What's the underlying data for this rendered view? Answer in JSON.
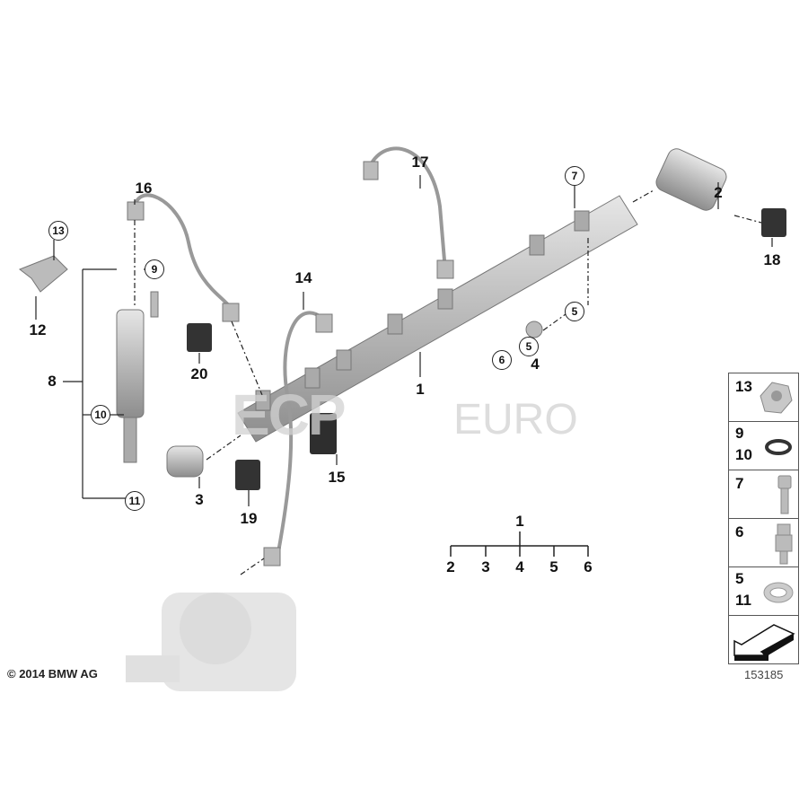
{
  "diagram": {
    "watermark": {
      "brand": "ECP",
      "suffix": "EURO"
    },
    "labels": {
      "l1": "1",
      "l2": "2",
      "l3": "3",
      "l4": "4",
      "l8": "8",
      "l12": "12",
      "l14": "14",
      "l15": "15",
      "l16": "16",
      "l17": "17",
      "l18": "18",
      "l19": "19",
      "l20": "20"
    },
    "circled": {
      "c13": "13",
      "c9": "9",
      "c7": "7",
      "c5a": "5",
      "c5b": "5",
      "c6": "6",
      "c10": "10",
      "c11": "11"
    },
    "tree": {
      "root": "1",
      "children": [
        "2",
        "3",
        "4",
        "5",
        "6"
      ]
    },
    "legend": [
      {
        "numbers": [
          "13"
        ],
        "part": "hex-flange-nut"
      },
      {
        "numbers": [
          "9",
          "10"
        ],
        "part": "o-ring"
      },
      {
        "numbers": [
          "7"
        ],
        "part": "bolt"
      },
      {
        "numbers": [
          "6"
        ],
        "part": "banjo-bolt"
      },
      {
        "numbers": [
          "5",
          "11"
        ],
        "part": "sealing-washer"
      },
      {
        "numbers": [],
        "part": "arrow"
      }
    ],
    "copyright": "© 2014 BMW AG",
    "diagram_number": "153185"
  }
}
